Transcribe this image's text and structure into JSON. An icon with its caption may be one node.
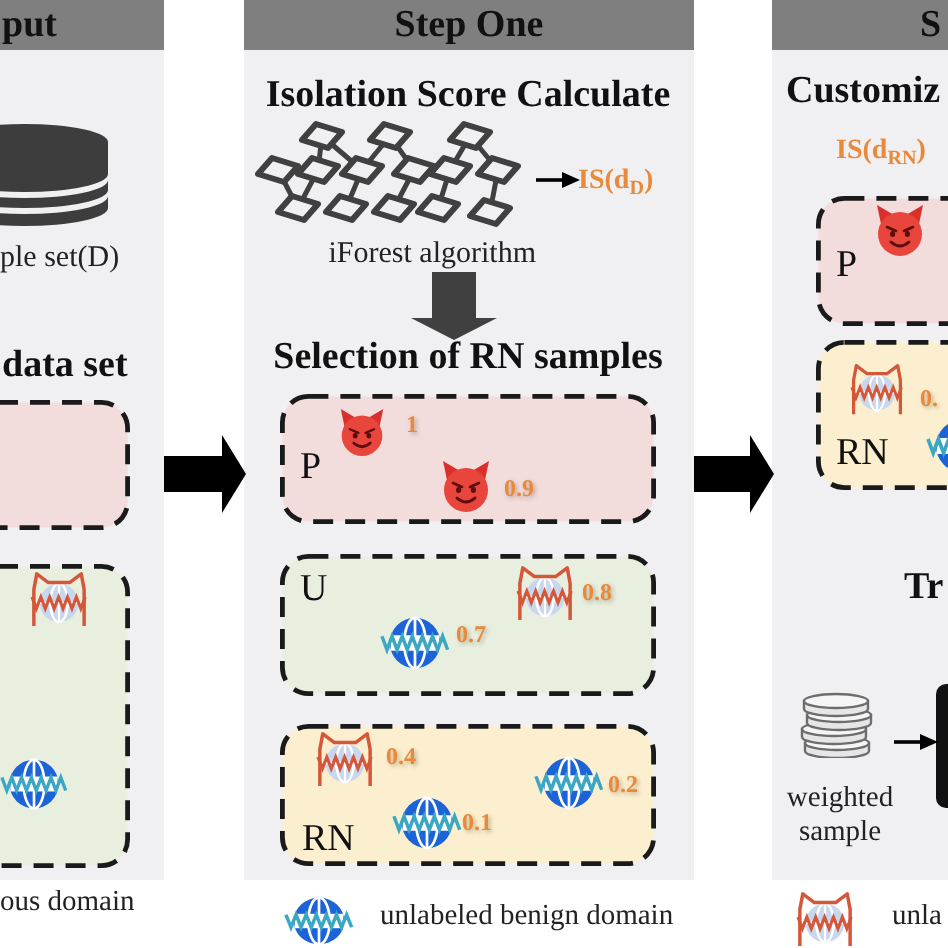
{
  "diagram": {
    "nodes": [
      {
        "text": [
          "put",
          "ple set(D)",
          "data set"
        ]
      },
      {
        "text": [],
        "shape": "box"
      },
      {
        "text": [],
        "shape": "box"
      },
      {
        "text": [
          "Step One",
          "Isolation Score Calculate"
        ]
      },
      {
        "text": [],
        "shape": "picture",
        "beside": [
          "iForest algorithm"
        ],
        "in": 3
      },
      {
        "text": [
          "IS(d$_{D}$)"
        ],
        "in": 3
      },
      {
        "text": [
          "Selection of RN samples"
        ],
        "in": 3
      },
      {
        "text": [
          "P",
          "1",
          "0.9"
        ],
        "in": 3
      },
      {
        "text": [
          "U",
          "0.8",
          "0.7"
        ],
        "in": 3
      },
      {
        "text": [
          "RN",
          "0.4",
          "0.2",
          "0.1"
        ],
        "in": 3
      },
      {
        "text": [
          "S",
          "Customiz",
          "IS(d$_{RN}$)",
          "Tr"
        ]
      },
      {
        "text": [
          "P"
        ]
      },
      {
        "text": [
          "RN",
          "0."
        ]
      },
      {
        "text": [],
        "shape": "picture",
        "beside": [
          "weighted sample"
        ],
        "in": 10
      },
      {
        "text": [],
        "shape": "box",
        "in": 10
      }
    ],
    "edges": [
      {
        "from": 0,
        "to": 3,
        "arrow": "to"
      },
      {
        "from": 4,
        "to": 5,
        "arrow": "to"
      },
      {
        "from": 4,
        "to": 6,
        "arrow": "to",
        "color": "#404040"
      },
      {
        "from": 3,
        "to": 10,
        "arrow": "to"
      },
      {
        "from": 13,
        "to": 14,
        "arrow": "to"
      }
    ],
    "legend": [
      {
        "text": "ous domain"
      },
      {
        "text": "unlabeled benign domain"
      },
      {
        "text": "unla"
      }
    ]
  }
}
